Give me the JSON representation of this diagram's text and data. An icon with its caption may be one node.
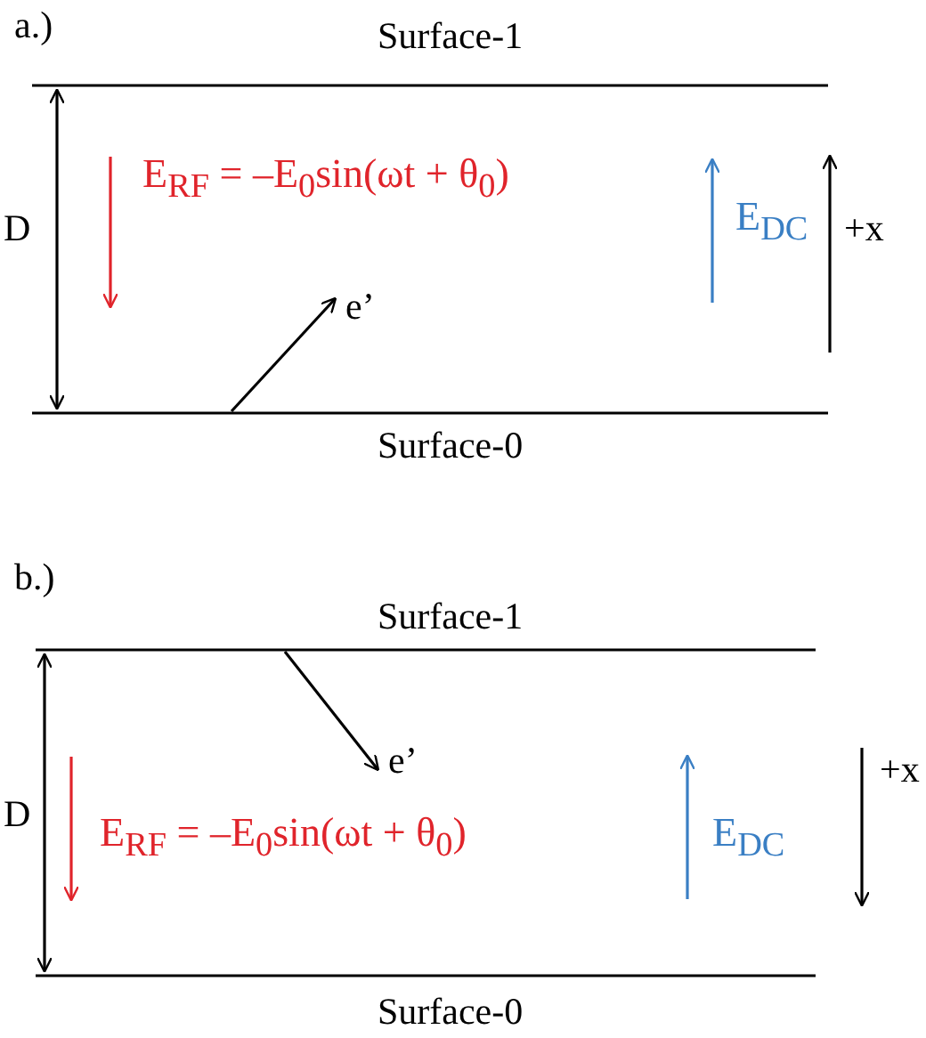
{
  "diagram": {
    "labels": [
      "a.)",
      "Surface-1",
      "D",
      "E$_{RF}$ = –E$_{0}$sin(ωt + θ$_{0}$)",
      "E$_{DC}$",
      "+x",
      "e’",
      "Surface-0",
      "b.)",
      "Surface-1",
      "e’",
      "D",
      "E$_{RF}$ = –E$_{0}$sin(ωt + θ$_{0}$)",
      "E$_{DC}$",
      "+x",
      "Surface-0"
    ]
  }
}
